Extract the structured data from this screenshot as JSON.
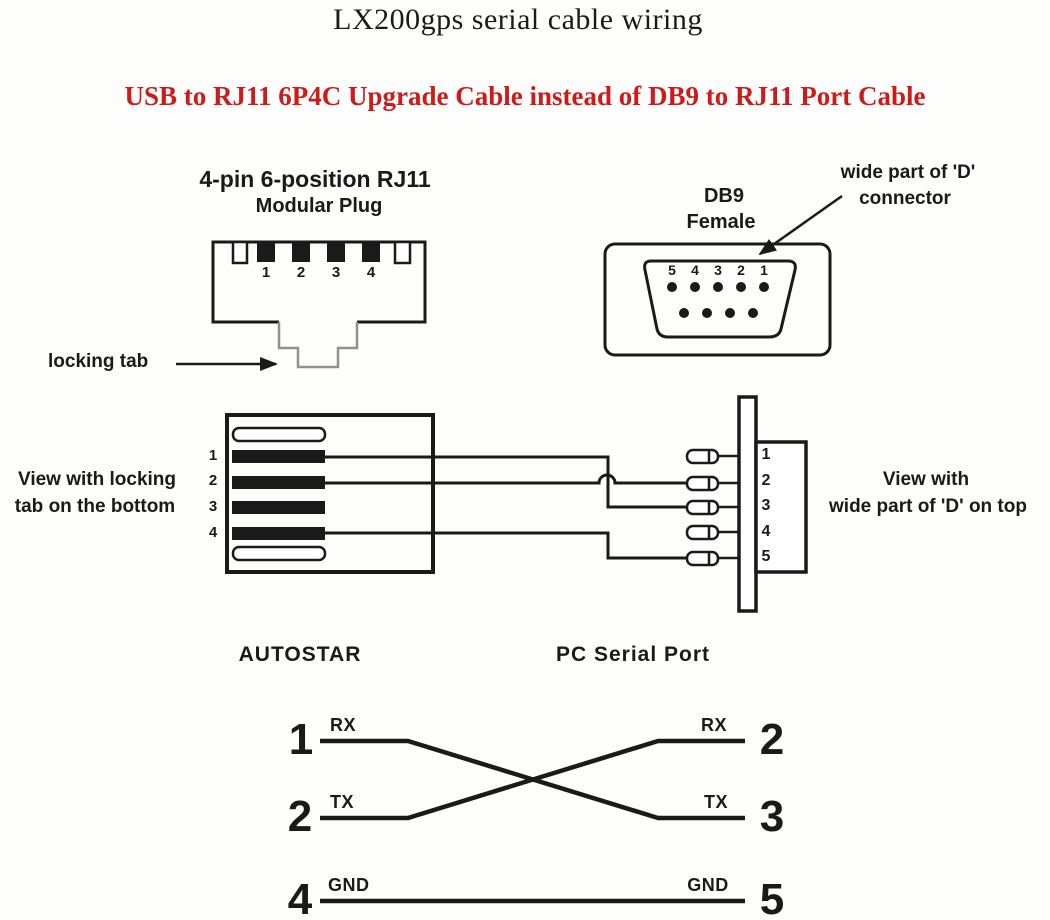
{
  "title": "LX200gps serial cable wiring",
  "subtitle": "USB to RJ11 6P4C Upgrade Cable instead of DB9 to RJ11 Port Cable",
  "colors": {
    "subtitle_red": "#cc1b1b",
    "line_black": "#1a1a1a",
    "tab_gray": "#909090",
    "background": "#fdfdfc"
  },
  "rj11_front": {
    "title_line1": "4-pin 6-position RJ11",
    "title_line2": "Modular Plug",
    "pin_labels": [
      "1",
      "2",
      "3",
      "4"
    ],
    "locking_tab_label": "locking tab"
  },
  "db9_front": {
    "title_line1": "DB9",
    "title_line2": "Female",
    "pin_labels": [
      "5",
      "4",
      "3",
      "2",
      "1"
    ],
    "annotation_line1": "wide part of 'D'",
    "annotation_line2": "connector"
  },
  "side_view": {
    "left_caption_line1": "View with locking",
    "left_caption_line2": "tab on the bottom",
    "right_caption_line1": "View with",
    "right_caption_line2": "wide part of 'D' on top",
    "rj11_pin_labels": [
      "1",
      "2",
      "3",
      "4"
    ],
    "db9_pin_labels": [
      "1",
      "2",
      "3",
      "4",
      "5"
    ],
    "left_connector_label": "AUTOSTAR",
    "right_connector_label": "PC Serial Port"
  },
  "schematic": {
    "rows": [
      {
        "left_pin": "1",
        "left_signal": "RX",
        "right_signal": "RX",
        "right_pin": "2"
      },
      {
        "left_pin": "2",
        "left_signal": "TX",
        "right_signal": "TX",
        "right_pin": "3"
      },
      {
        "left_pin": "4",
        "left_signal": "GND",
        "right_signal": "GND",
        "right_pin": "5"
      }
    ],
    "connections": [
      {
        "from": "AUTOSTAR 1 (RX)",
        "to": "PC 3 (TX)"
      },
      {
        "from": "AUTOSTAR 2 (TX)",
        "to": "PC 2 (RX)"
      },
      {
        "from": "AUTOSTAR 4 (GND)",
        "to": "PC 5 (GND)"
      }
    ]
  }
}
